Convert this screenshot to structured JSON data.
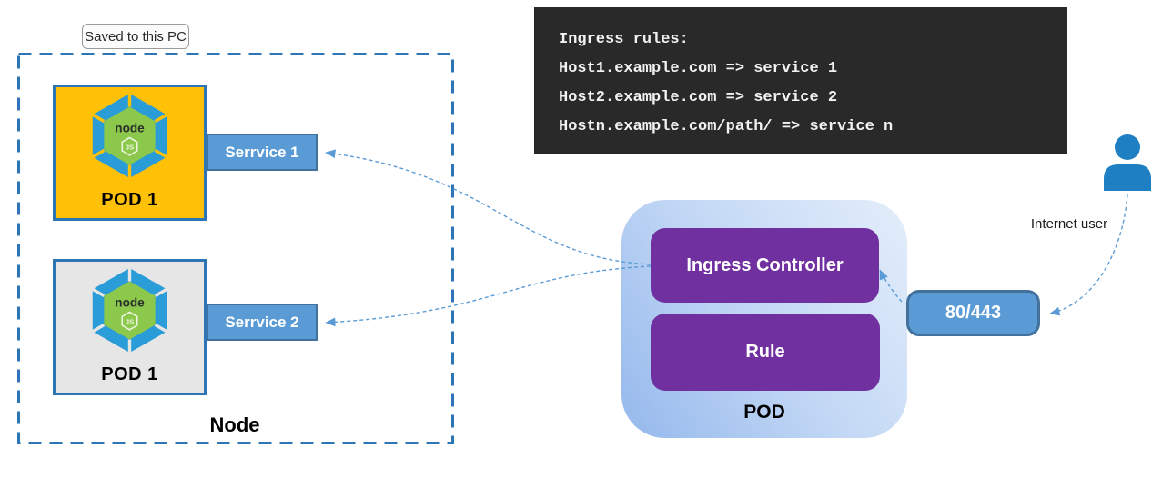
{
  "tooltip": {
    "label": "Saved to this PC"
  },
  "node_box": {
    "label": "Node",
    "pods": [
      {
        "label": "POD 1",
        "service_label": "Serrvice 1"
      },
      {
        "label": "POD 1",
        "service_label": "Serrvice 2"
      }
    ]
  },
  "ingress_rules_panel": {
    "lines": [
      "Ingress rules:",
      "Host1.example.com => service 1",
      "Host2.example.com => service 2",
      "Hostn.example.com/path/ => service n"
    ]
  },
  "ingress_pod": {
    "label": "POD",
    "controller_label": "Ingress Controller",
    "rule_label": "Rule"
  },
  "port_box": {
    "label": "80/443"
  },
  "internet_user": {
    "label": "Internet user"
  },
  "logo": {
    "word": "node",
    "js": "JS"
  },
  "colors": {
    "pod1_fill": "#ffc008",
    "pod2_fill": "#e7e6e6",
    "pod_border": "#2e75b6",
    "service_fill": "#5b9bd5",
    "service_border": "#41719c",
    "purple_box": "#7030a0",
    "ingress_container_dark": "#94b8ec",
    "ingress_container_light": "#e4eefb",
    "code_bg": "#292929",
    "code_text": "#f2f2f2",
    "arrow": "#5b9bd5",
    "person": "#1e7fc2",
    "logo_blue": "#2a9dd8",
    "logo_green": "#8cc84b"
  }
}
